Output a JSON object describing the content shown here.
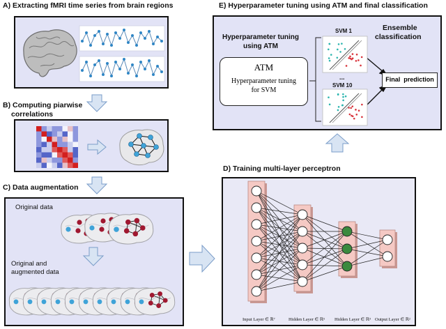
{
  "sections": {
    "a": {
      "title": "A) Extracting fMRI time series from brain regions"
    },
    "b": {
      "title_line1": "B) Computing piarwise",
      "title_line2": "correlations"
    },
    "c": {
      "title": "C) Data augmentation",
      "original_label": "Original data",
      "augmented_label_line1": "Original and",
      "augmented_label_line2": "augmented data"
    },
    "d": {
      "title": "D) Training multi-layer perceptron",
      "layers": [
        "Input Layer ∈ ℝ⁷",
        "Hidden Layer ∈ ℝ⁵",
        "Hidden Layer ∈ ℝ³",
        "Output Layer ∈ ℝ²"
      ]
    },
    "e": {
      "title": "E) Hyperparameter tuning using ATM and final classification",
      "tuning_label_line1": "Hyperparameter tuning",
      "tuning_label_line2": "using ATM",
      "atm_title": "ATM",
      "atm_desc_line1": "Hyperparameter tuning",
      "atm_desc_line2": "for SVM",
      "svm1": "SVM 1",
      "ellipsis": "...",
      "svm10": "SVM 10",
      "ensemble_line1": "Ensemble",
      "ensemble_line2": "classification",
      "final_prediction": "Final  prediction"
    }
  },
  "colors": {
    "panel_bg": "#e2e3f6",
    "arrow_fill": "#d8e4f3",
    "arrow_stroke": "#7a9cc8",
    "node_blue": "#3fa3d8",
    "node_red": "#a01830",
    "node_green": "#3b8a3e",
    "layer_fill": "#f5c9c4"
  }
}
